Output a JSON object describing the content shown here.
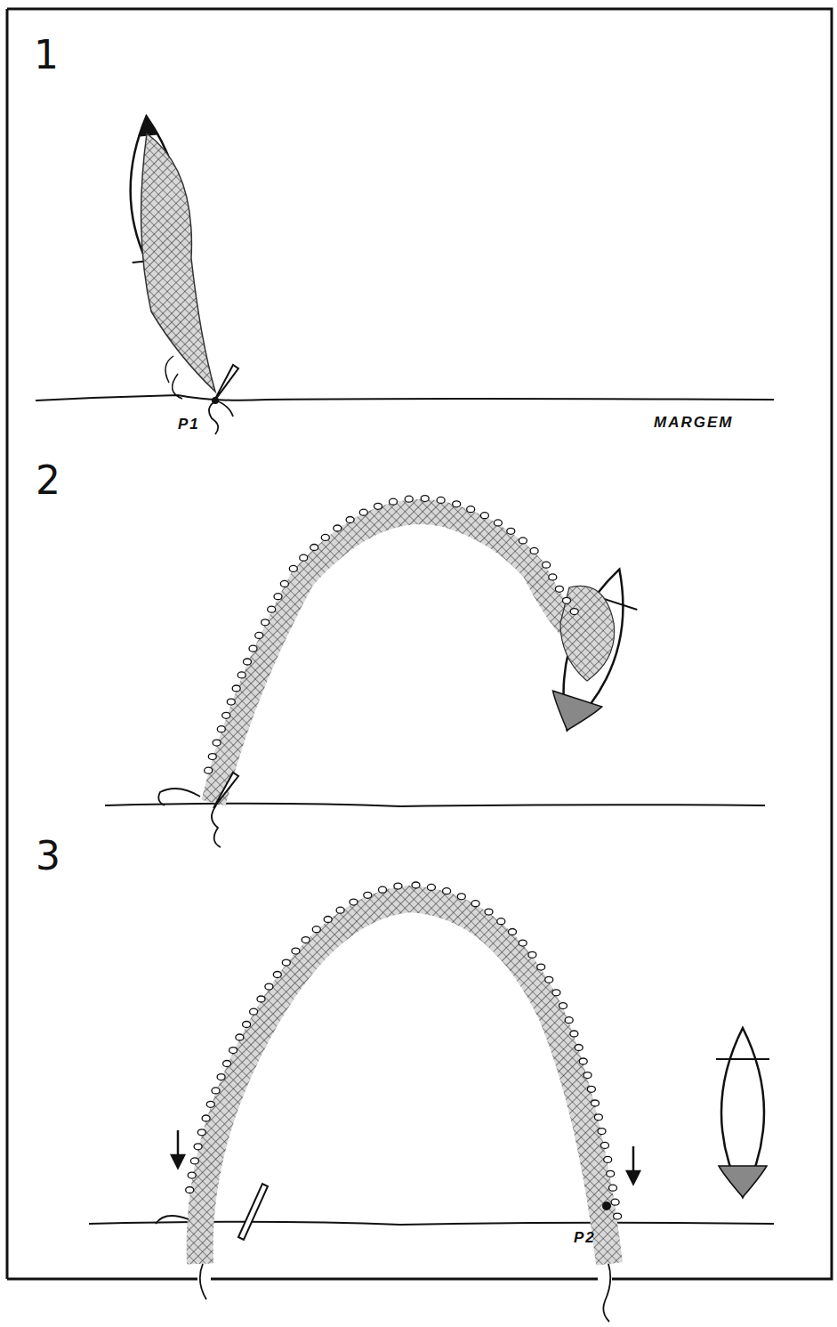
{
  "diagram": {
    "labels": [
      "1",
      "P1",
      "MARGEM",
      "2",
      "3",
      "P2"
    ]
  }
}
